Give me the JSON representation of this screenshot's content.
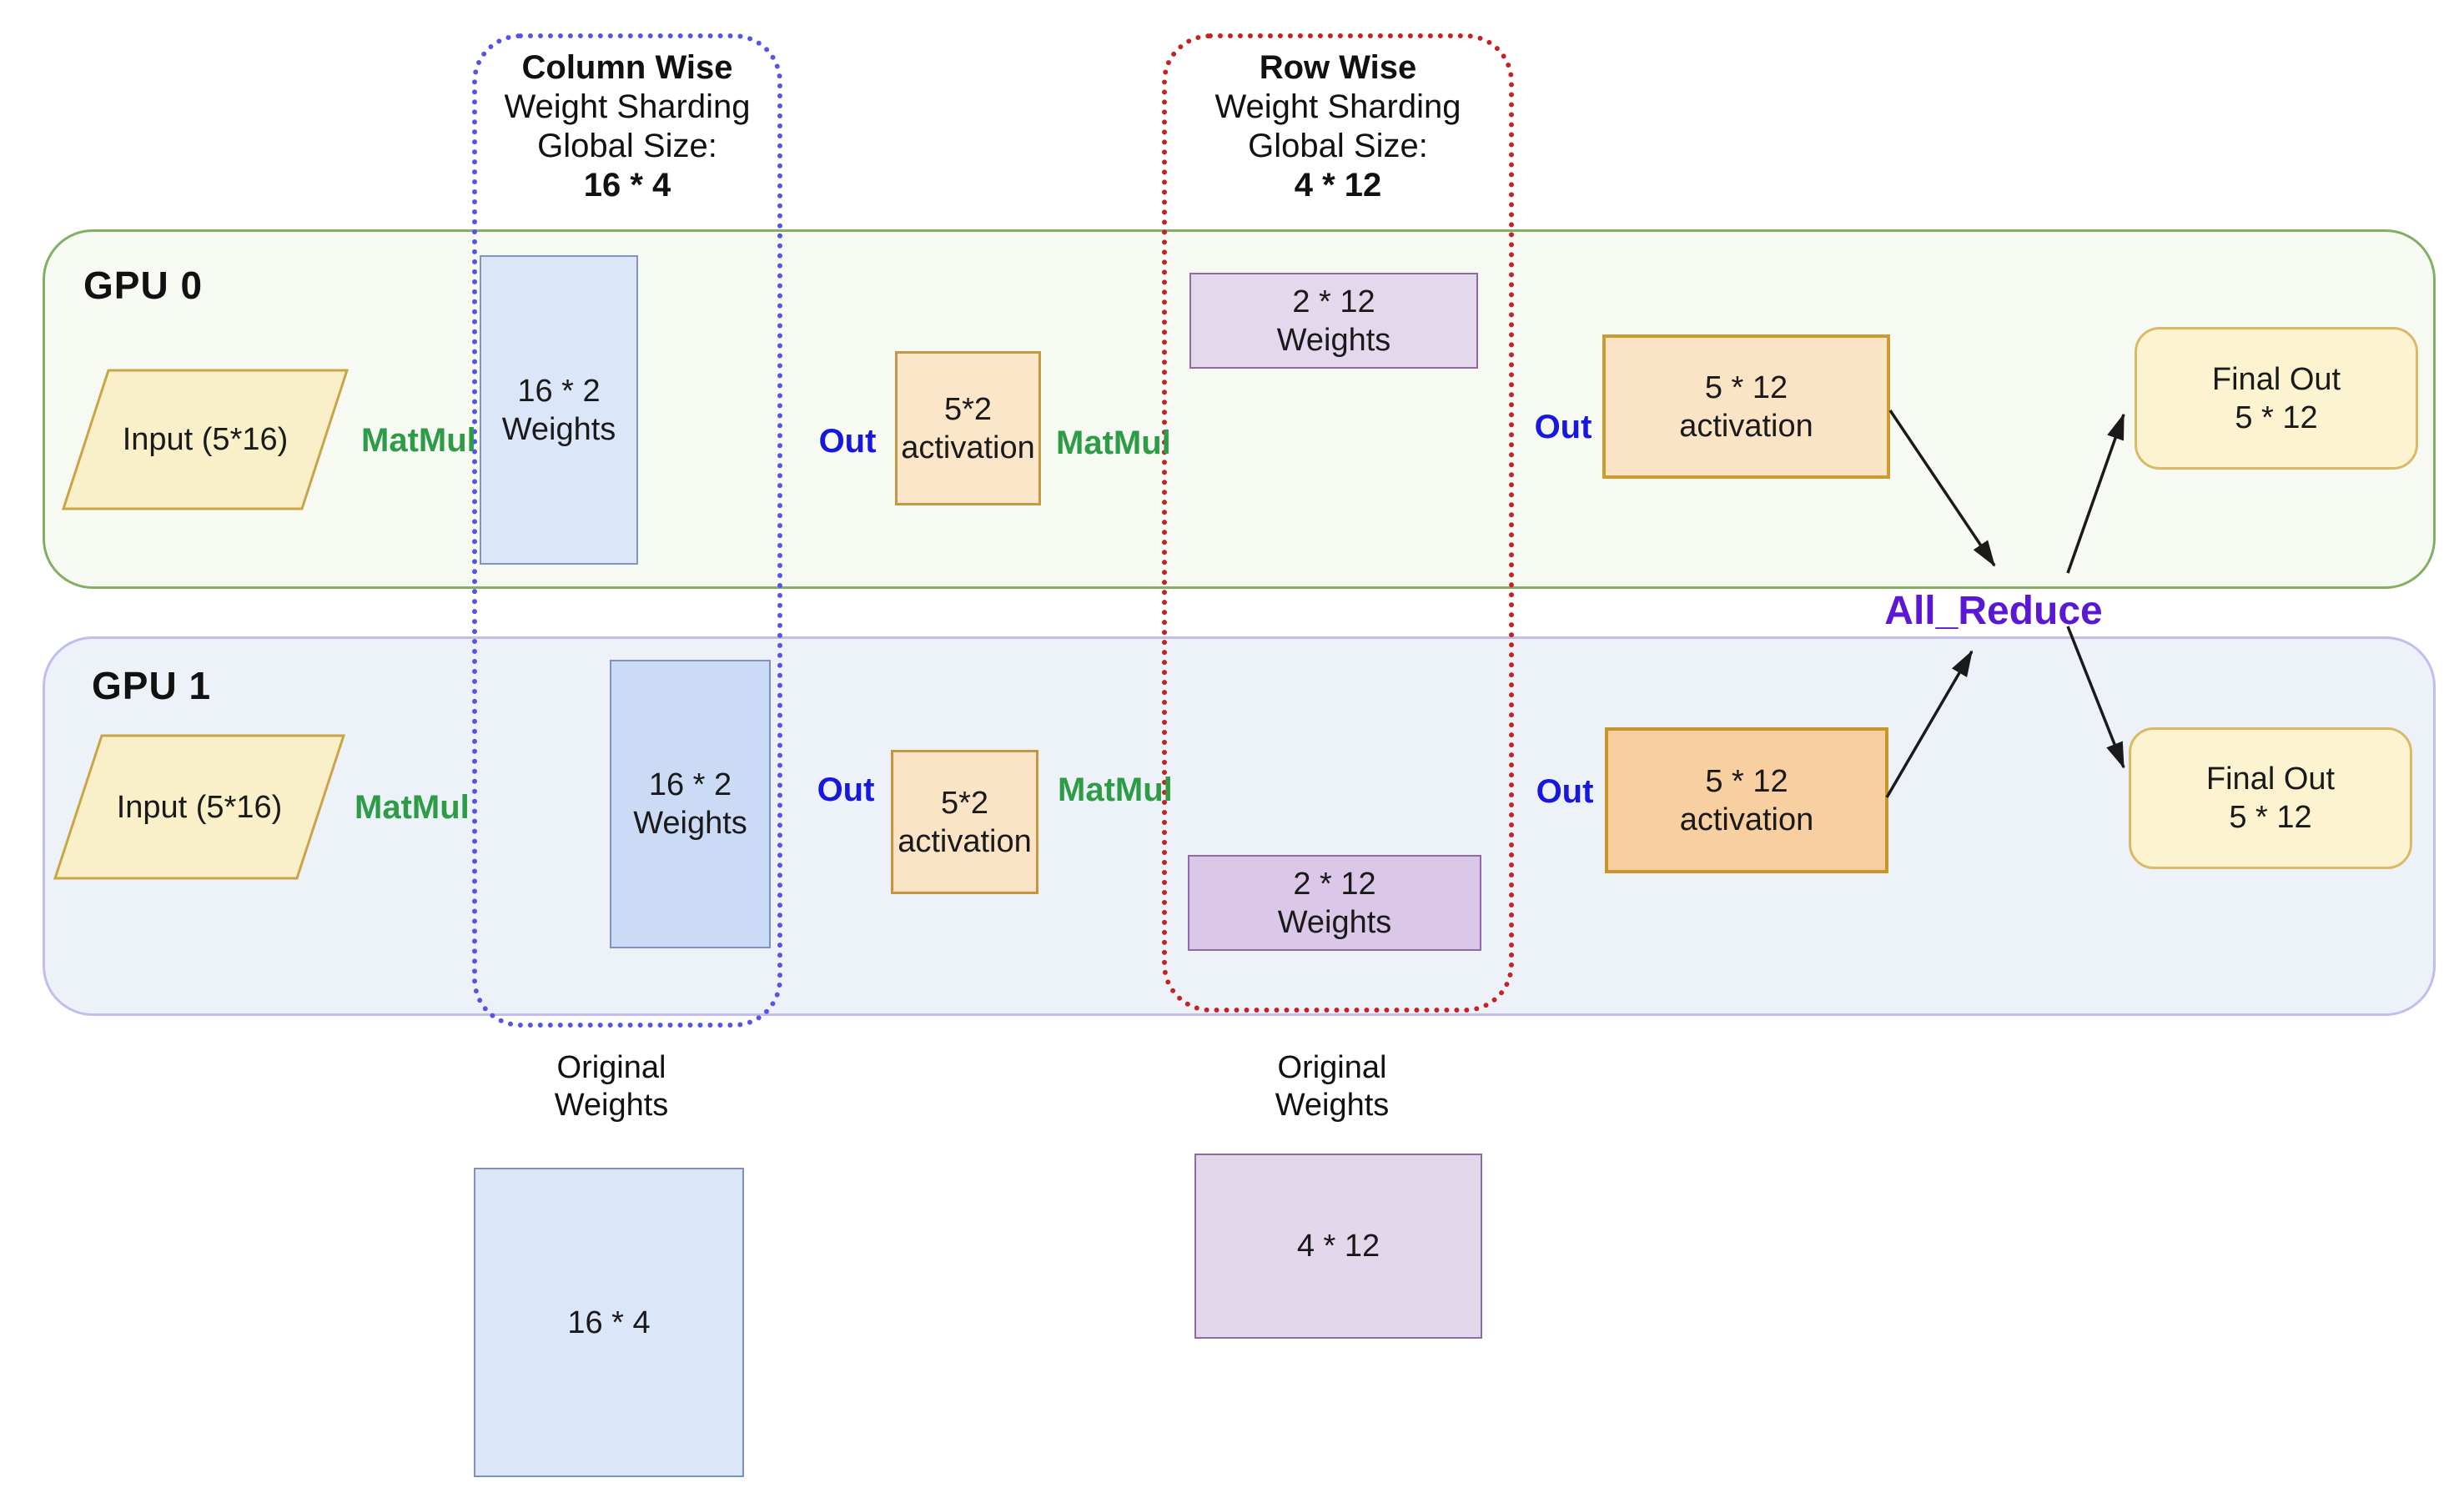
{
  "colors": {
    "gpu0_border": "#83af63",
    "gpu0_fill": "#f7faf2",
    "gpu1_border": "#c1bdee",
    "gpu1_fill": "#edf2f9",
    "column_dotted": "#5654e8",
    "row_dotted": "#c62222",
    "matmul_green": "#2e9b47",
    "out_blue": "#1717dd",
    "all_reduce_purple": "#5a18d4",
    "input_fill": "#f9efc9",
    "input_border": "#c9a548",
    "blue_weights_fill": "#dbe6f8",
    "purple_weights_fill": "#e4d9ec",
    "activation_fill": "#fbe6ca",
    "final_out_fill": "#fcf3d1"
  },
  "headers": {
    "column": {
      "title": "Column Wise",
      "subtitle": "Weight Sharding",
      "global_label": "Global Size:",
      "global_size": "16 * 4"
    },
    "row": {
      "title": "Row Wise",
      "subtitle": "Weight Sharding",
      "global_label": "Global Size:",
      "global_size": "4 * 12"
    }
  },
  "gpus": {
    "gpu0": {
      "label": "GPU 0",
      "input_label": "Input (5*16)",
      "matmul1_label": "MatMul",
      "weights1": {
        "line1": "16 * 2",
        "line2": "Weights"
      },
      "out1_label": "Out",
      "activation1": {
        "line1": "5*2",
        "line2": "activation"
      },
      "matmul2_label": "MatMul",
      "weights2": {
        "line1": "2 * 12",
        "line2": "Weights"
      },
      "out2_label": "Out",
      "activation2": {
        "line1": "5 * 12",
        "line2": "activation"
      },
      "final_out": {
        "line1": "Final Out",
        "line2": "5 * 12"
      }
    },
    "gpu1": {
      "label": "GPU 1",
      "input_label": "Input (5*16)",
      "matmul1_label": "MatMul",
      "weights1": {
        "line1": "16 * 2",
        "line2": "Weights"
      },
      "out1_label": "Out",
      "activation1": {
        "line1": "5*2",
        "line2": "activation"
      },
      "matmul2_label": "MatMul",
      "weights2": {
        "line1": "2 * 12",
        "line2": "Weights"
      },
      "out2_label": "Out",
      "activation2": {
        "line1": "5 * 12",
        "line2": "activation"
      },
      "final_out": {
        "line1": "Final Out",
        "line2": "5 * 12"
      }
    }
  },
  "all_reduce_label": "All_Reduce",
  "originals": {
    "column": {
      "label_line1": "Original",
      "label_line2": "Weights",
      "size": "16 * 4"
    },
    "row": {
      "label_line1": "Original",
      "label_line2": "Weights",
      "size": "4 * 12"
    }
  }
}
